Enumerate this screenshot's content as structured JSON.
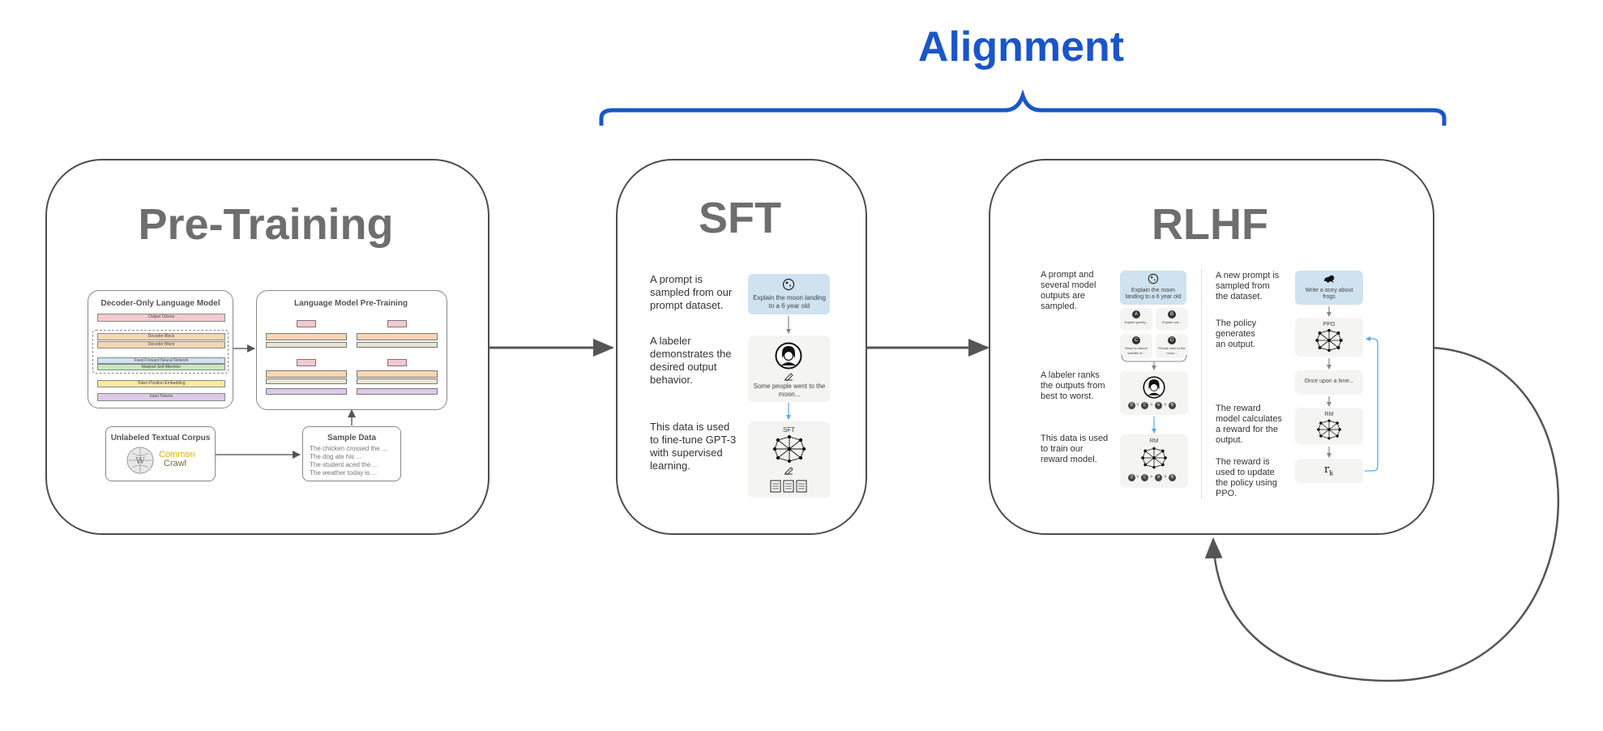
{
  "header": {
    "alignment_title": "Alignment"
  },
  "colors": {
    "accent": "#1a56c9",
    "frame": "#4d4d4d",
    "title_gray": "#6e6e6e",
    "prompt_blue": "#cfe2ef",
    "rm_arrow": "#5aa9e6"
  },
  "pretraining": {
    "title": "Pre-Training",
    "decoder": {
      "title": "Decoder-Only Language Model",
      "output_tokens": "Output Tokens",
      "decoder_block_1": "Decoder Block",
      "decoder_block_2": "Decoder Block",
      "ffn": "Feed Forward Neural Network",
      "attention": "Masked Self Attention",
      "embedding": "Token Position Embedding",
      "input_tokens": "Input Tokens"
    },
    "lm_pretraining": {
      "title": "Language Model Pre-Training"
    },
    "corpus": {
      "title": "Unlabeled Textual Corpus",
      "logo_line1": "Common",
      "logo_line2": "Crawl"
    },
    "sample": {
      "title": "Sample Data",
      "lines": [
        "The chicken crossed the ...",
        "The dog ate his ...",
        "The student aced the ...",
        "The weather today is ..."
      ]
    }
  },
  "sft": {
    "title": "SFT",
    "step1": "A prompt is sampled from our prompt dataset.",
    "step2": "A labeler demonstrates the desired output behavior.",
    "step3": "This data is used to fine-tune GPT-3 with supervised learning.",
    "prompt_card": "Explain the moon landing to a 6 year old",
    "demo_card": "Some people went to the moon...",
    "model_label": "SFT"
  },
  "rlhf": {
    "title": "RLHF",
    "left": {
      "step1": "A prompt and several model outputs are sampled.",
      "step2": "A labeler ranks the outputs from best to worst.",
      "step3": "This data is used to train our reward model.",
      "prompt_card": "Explain the moon landing to a 6 year old",
      "options": [
        {
          "letter": "A",
          "text": "Explain gravity..."
        },
        {
          "letter": "B",
          "text": "Explain war..."
        },
        {
          "letter": "C",
          "text": "Moon is natural satellite of..."
        },
        {
          "letter": "D",
          "text": "People went to the moon..."
        }
      ],
      "ranking": [
        "D",
        "C",
        "A",
        "B"
      ],
      "rm_label": "RM"
    },
    "right": {
      "step1": "A new prompt is sampled from the dataset.",
      "step2": "The policy generates an output.",
      "step3": "The reward model calculates a reward for the output.",
      "step4": "The reward is used to update the policy using PPO.",
      "prompt_card": "Write a story about frogs",
      "ppo_label": "PPO",
      "output_card": "Once upon a time...",
      "rm_label": "RM",
      "reward_label": "r",
      "reward_sub": "k"
    }
  }
}
